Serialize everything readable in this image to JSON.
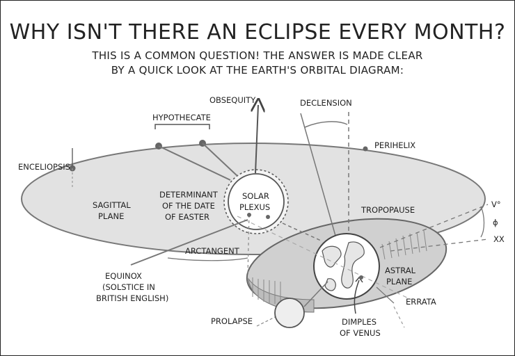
{
  "title": "WHY ISN'T THERE AN ECLIPSE EVERY MONTH?",
  "subtitle_line1": "THIS IS A COMMON QUESTION! THE ANSWER IS MADE CLEAR",
  "subtitle_line2": "BY A QUICK LOOK AT THE EARTH'S ORBITAL DIAGRAM:",
  "labels": {
    "obsequity": "OBSEQUITY",
    "declension": "DECLENSION",
    "hypothecate": "HYPOTHECATE",
    "perihelix": "PERIHELIX",
    "enceliopsis": "ENCELIOPSIS",
    "sagittal_1": "SAGITTAL",
    "sagittal_2": "PLANE",
    "determinant_1": "DETERMINANT",
    "determinant_2": "OF THE DATE",
    "determinant_3": "OF EASTER",
    "solar_1": "SOLAR",
    "solar_2": "PLEXUS",
    "tropopause": "TROPOPAUSE",
    "v_degree": "V°",
    "phi": "ϕ",
    "xx": "XX",
    "arctangent": "ARCTANGENT",
    "equinox_1": "EQUINOX",
    "equinox_2": "(SOLSTICE IN",
    "equinox_3": "BRITISH ENGLISH)",
    "astral_1": "ASTRAL",
    "astral_2": "PLANE",
    "errata": "ERRATA",
    "prolapse": "PROLAPSE",
    "dimples_1": "DIMPLES",
    "dimples_2": "OF VENUS"
  }
}
